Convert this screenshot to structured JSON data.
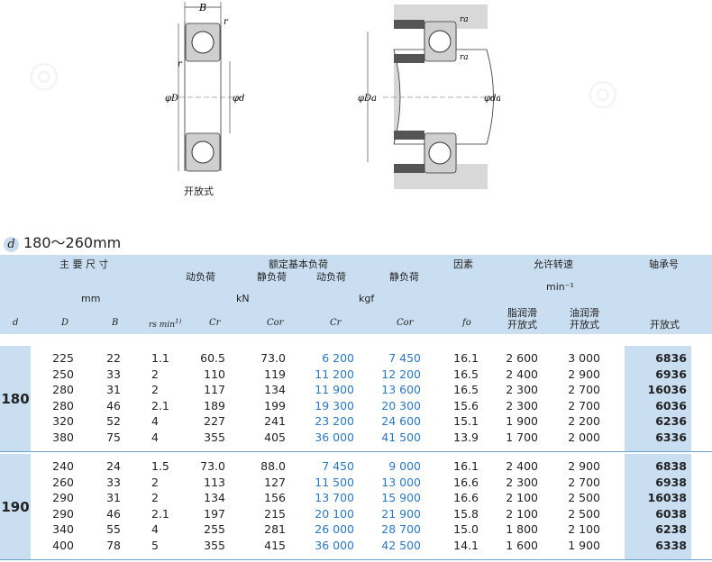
{
  "diagram": {
    "label_B": "B",
    "label_r": "r",
    "label_phiD": "φD",
    "label_phid": "φd",
    "label_phiDa": "φDa",
    "label_phida": "φda",
    "label_ra": "ra",
    "caption": "开放式"
  },
  "section": {
    "mark": "d",
    "title": "180～260mm"
  },
  "header": {
    "main_dims": "主 要 尺 寸",
    "rated_load": "额定基本负荷",
    "factor": "因素",
    "allowed_speed": "允许转速",
    "bearing_no": "轴承号",
    "dynamic_load": "动负荷",
    "static_load": "静负荷",
    "dynamic_load2": "动负荷",
    "static_load2": "静负荷",
    "unit_mm": "mm",
    "unit_kn": "kN",
    "unit_kgf": "kgf",
    "unit_min": "min⁻¹",
    "grease": "脂润滑",
    "grease_open": "开放式",
    "oil": "油润滑",
    "oil_open": "开放式",
    "open": "开放式",
    "col_d": "d",
    "col_D": "D",
    "col_B": "B",
    "col_rs": "rs min",
    "col_rs_note": "1)",
    "col_Cr": "Cr",
    "col_Cor": "Cor",
    "col_Cr2": "Cr",
    "col_Cor2": "Cor",
    "col_fo": "fo"
  },
  "groups": [
    {
      "d": "180",
      "rows": [
        [
          "225",
          "22",
          "1.1",
          "60.5",
          "73.0",
          "6 200",
          "7 450",
          "16.1",
          "2 600",
          "3 000",
          "6836"
        ],
        [
          "250",
          "33",
          "2",
          "110",
          "119",
          "11 200",
          "12 200",
          "16.5",
          "2 400",
          "2 900",
          "6936"
        ],
        [
          "280",
          "31",
          "2",
          "117",
          "134",
          "11 900",
          "13 600",
          "16.5",
          "2 300",
          "2 700",
          "16036"
        ],
        [
          "280",
          "46",
          "2.1",
          "189",
          "199",
          "19 300",
          "20 300",
          "15.6",
          "2 300",
          "2 700",
          "6036"
        ],
        [
          "320",
          "52",
          "4",
          "227",
          "241",
          "23 200",
          "24 600",
          "15.1",
          "1 900",
          "2 200",
          "6236"
        ],
        [
          "380",
          "75",
          "4",
          "355",
          "405",
          "36 000",
          "41 500",
          "13.9",
          "1 700",
          "2 000",
          "6336"
        ]
      ]
    },
    {
      "d": "190",
      "rows": [
        [
          "240",
          "24",
          "1.5",
          "73.0",
          "88.0",
          "7 450",
          "9 000",
          "16.1",
          "2 400",
          "2 900",
          "6838"
        ],
        [
          "260",
          "33",
          "2",
          "113",
          "127",
          "11 500",
          "13 000",
          "16.6",
          "2 300",
          "2 700",
          "6938"
        ],
        [
          "290",
          "31",
          "2",
          "134",
          "156",
          "13 700",
          "15 900",
          "16.6",
          "2 100",
          "2 500",
          "16038"
        ],
        [
          "290",
          "46",
          "2.1",
          "197",
          "215",
          "20 100",
          "21 900",
          "15.8",
          "2 100",
          "2 500",
          "6038"
        ],
        [
          "340",
          "55",
          "4",
          "255",
          "281",
          "26 000",
          "28 700",
          "15.0",
          "1 800",
          "2 100",
          "6238"
        ],
        [
          "400",
          "78",
          "5",
          "355",
          "415",
          "36 000",
          "42 500",
          "14.1",
          "1 600",
          "1 900",
          "6338"
        ]
      ]
    }
  ]
}
